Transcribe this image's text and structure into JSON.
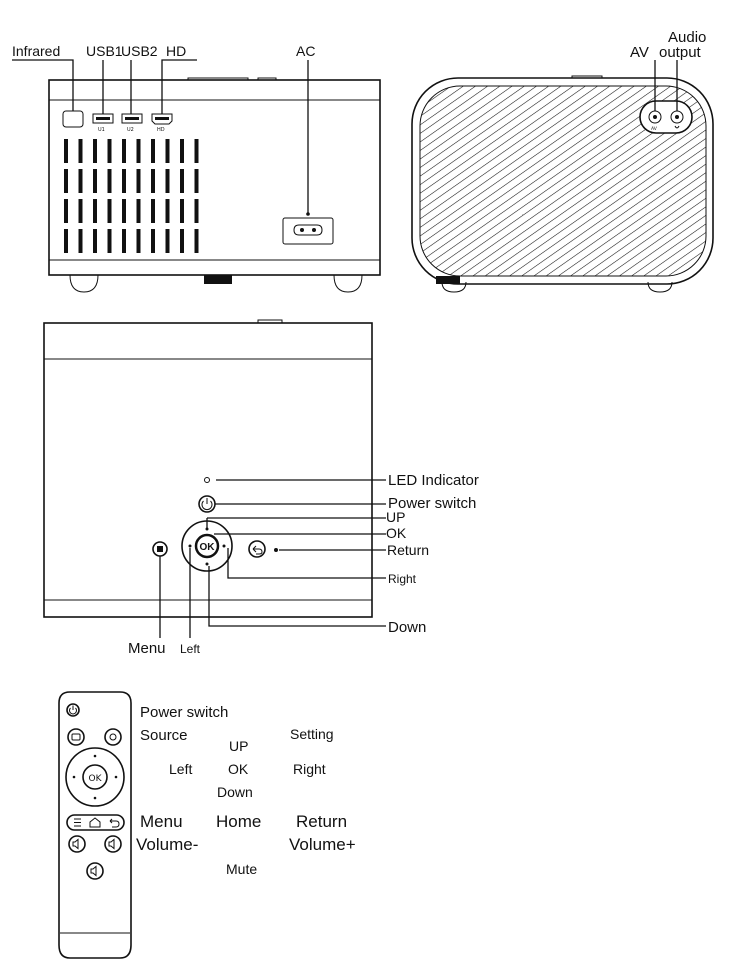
{
  "back_view": {
    "labels": {
      "infrared": "Infrared",
      "usb1": "USB1",
      "usb2": "USB2",
      "hd": "HD",
      "ac": "AC"
    },
    "port_marks": {
      "u1": "U1",
      "u2": "U2",
      "hd": "HD"
    }
  },
  "side_view": {
    "labels": {
      "audio": "Audio",
      "output": "output",
      "av": "AV"
    },
    "port_marks": {
      "av": "AV"
    }
  },
  "top_view": {
    "labels": {
      "led_indicator": "LED Indicator",
      "power_switch": "Power switch",
      "up": "UP",
      "ok": "OK",
      "return": "Return",
      "right": "Right",
      "down": "Down",
      "menu": "Menu",
      "left": "Left"
    },
    "ok_button_text": "OK"
  },
  "remote": {
    "labels": {
      "power_switch": "Power switch",
      "source": "Source",
      "setting": "Setting",
      "up": "UP",
      "left": "Left",
      "ok": "OK",
      "right": "Right",
      "down": "Down",
      "menu": "Menu",
      "home": "Home",
      "return": "Return",
      "volume_minus": "Volume-",
      "volume_plus": "Volume+",
      "mute": "Mute"
    },
    "ok_button_text": "OK"
  }
}
